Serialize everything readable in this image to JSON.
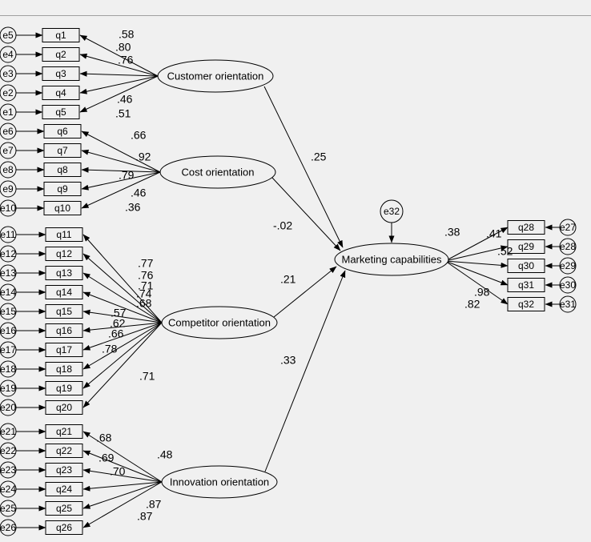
{
  "latent": [
    {
      "id": "customer",
      "label": "Customer orientation"
    },
    {
      "id": "cost",
      "label": "Cost orientation"
    },
    {
      "id": "competitor",
      "label": "Competitor orientation"
    },
    {
      "id": "innovation",
      "label": "Innovation orientation"
    },
    {
      "id": "marketing",
      "label": "Marketing capabilities"
    }
  ],
  "indicators": [
    {
      "error": "e5",
      "item": "q1",
      "factor": "customer",
      "loading": ".58"
    },
    {
      "error": "e4",
      "item": "q2",
      "factor": "customer",
      "loading": ".80"
    },
    {
      "error": "e3",
      "item": "q3",
      "factor": "customer",
      "loading": ".76"
    },
    {
      "error": "e2",
      "item": "q4",
      "factor": "customer",
      "loading": ".46"
    },
    {
      "error": "e1",
      "item": "q5",
      "factor": "customer",
      "loading": ".51"
    },
    {
      "error": "e6",
      "item": "q6",
      "factor": "cost",
      "loading": ".66"
    },
    {
      "error": "e7",
      "item": "q7",
      "factor": "cost",
      "loading": ".92"
    },
    {
      "error": "e8",
      "item": "q8",
      "factor": "cost",
      "loading": ".79"
    },
    {
      "error": "e9",
      "item": "q9",
      "factor": "cost",
      "loading": ".46"
    },
    {
      "error": "e10",
      "item": "q10",
      "factor": "cost",
      "loading": ".36"
    },
    {
      "error": "e11",
      "item": "q11",
      "factor": "competitor",
      "loading": ".77"
    },
    {
      "error": "e12",
      "item": "q12",
      "factor": "competitor",
      "loading": ".76"
    },
    {
      "error": "e13",
      "item": "q13",
      "factor": "competitor",
      "loading": ".71"
    },
    {
      "error": "e14",
      "item": "q14",
      "factor": "competitor",
      "loading": ".74"
    },
    {
      "error": "e15",
      "item": "q15",
      "factor": "competitor",
      "loading": ".68"
    },
    {
      "error": "e16",
      "item": "q16",
      "factor": "competitor",
      "loading": ".57"
    },
    {
      "error": "e17",
      "item": "q17",
      "factor": "competitor",
      "loading": ".62"
    },
    {
      "error": "e18",
      "item": "q18",
      "factor": "competitor",
      "loading": ".66"
    },
    {
      "error": "e19",
      "item": "q19",
      "factor": "competitor",
      "loading": ".78"
    },
    {
      "error": "e20",
      "item": "q20",
      "factor": "competitor",
      "loading": ".71"
    },
    {
      "error": "e21",
      "item": "q21",
      "factor": "innovation",
      "loading": ".68"
    },
    {
      "error": "e22",
      "item": "q22",
      "factor": "innovation",
      "loading": ".69"
    },
    {
      "error": "e23",
      "item": "q23",
      "factor": "innovation",
      "loading": ".70"
    },
    {
      "error": "e24",
      "item": "q24",
      "factor": "innovation",
      "loading": ".48"
    },
    {
      "error": "e25",
      "item": "q25",
      "factor": "innovation",
      "loading": ".87"
    },
    {
      "error": "e26",
      "item": "q26",
      "factor": "innovation",
      "loading": ".87"
    }
  ],
  "paths": [
    {
      "from": "customer",
      "to": "marketing",
      "coef": ".25"
    },
    {
      "from": "cost",
      "to": "marketing",
      "coef": "-.02"
    },
    {
      "from": "competitor",
      "to": "marketing",
      "coef": ".21"
    },
    {
      "from": "innovation",
      "to": "marketing",
      "coef": ".33"
    }
  ],
  "disturbance": {
    "label": "e32"
  },
  "outcomes": [
    {
      "item": "q28",
      "error": "e27",
      "loading": ".38"
    },
    {
      "item": "q29",
      "error": "e28",
      "loading": ".41"
    },
    {
      "item": "q30",
      "error": "e29",
      "loading": ".52"
    },
    {
      "item": "q31",
      "error": "e30",
      "loading": ".98"
    },
    {
      "item": "q32",
      "error": "e31",
      "loading": ".82"
    }
  ]
}
